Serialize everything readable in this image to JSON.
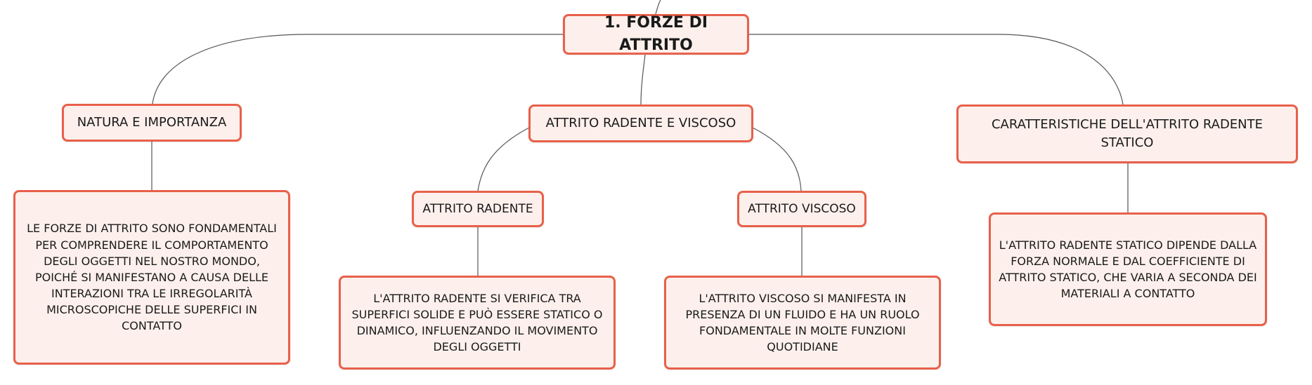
{
  "map": {
    "root": "1. FORZE DI ATTRITO",
    "branches": {
      "natura": {
        "title": "NATURA E IMPORTANZA",
        "detail": "LE FORZE DI ATTRITO SONO FONDAMENTALI PER COMPRENDERE IL COMPORTAMENTO DEGLI OGGETTI NEL NOSTRO MONDO, POICHÉ SI MANIFESTANO A CAUSA DELLE INTERAZIONI TRA LE IRREGOLARITÀ MICROSCOPICHE DELLE SUPERFICI IN CONTATTO"
      },
      "radente_viscoso": {
        "title": "ATTRITO RADENTE E VISCOSO",
        "radente": {
          "title": "ATTRITO RADENTE",
          "detail": "L'ATTRITO RADENTE SI VERIFICA TRA SUPERFICI SOLIDE E PUÒ ESSERE STATICO O DINAMICO, INFLUENZANDO IL MOVIMENTO DEGLI OGGETTI"
        },
        "viscoso": {
          "title": "ATTRITO VISCOSO",
          "detail": "L'ATTRITO VISCOSO SI MANIFESTA IN PRESENZA DI UN FLUIDO E HA UN RUOLO FONDAMENTALE IN MOLTE FUNZIONI QUOTIDIANE"
        }
      },
      "caratteristiche": {
        "title": "CARATTERISTICHE DELL'ATTRITO RADENTE STATICO",
        "detail": "L'ATTRITO RADENTE STATICO DIPENDE DALLA FORZA NORMALE E DAL COEFFICIENTE DI ATTRITO STATICO, CHE VARIA A SECONDA DEI MATERIALI A CONTATTO"
      }
    }
  },
  "colors": {
    "node_border": "#e8604a",
    "node_fill": "#fdf0ec",
    "connector": "#555555"
  }
}
